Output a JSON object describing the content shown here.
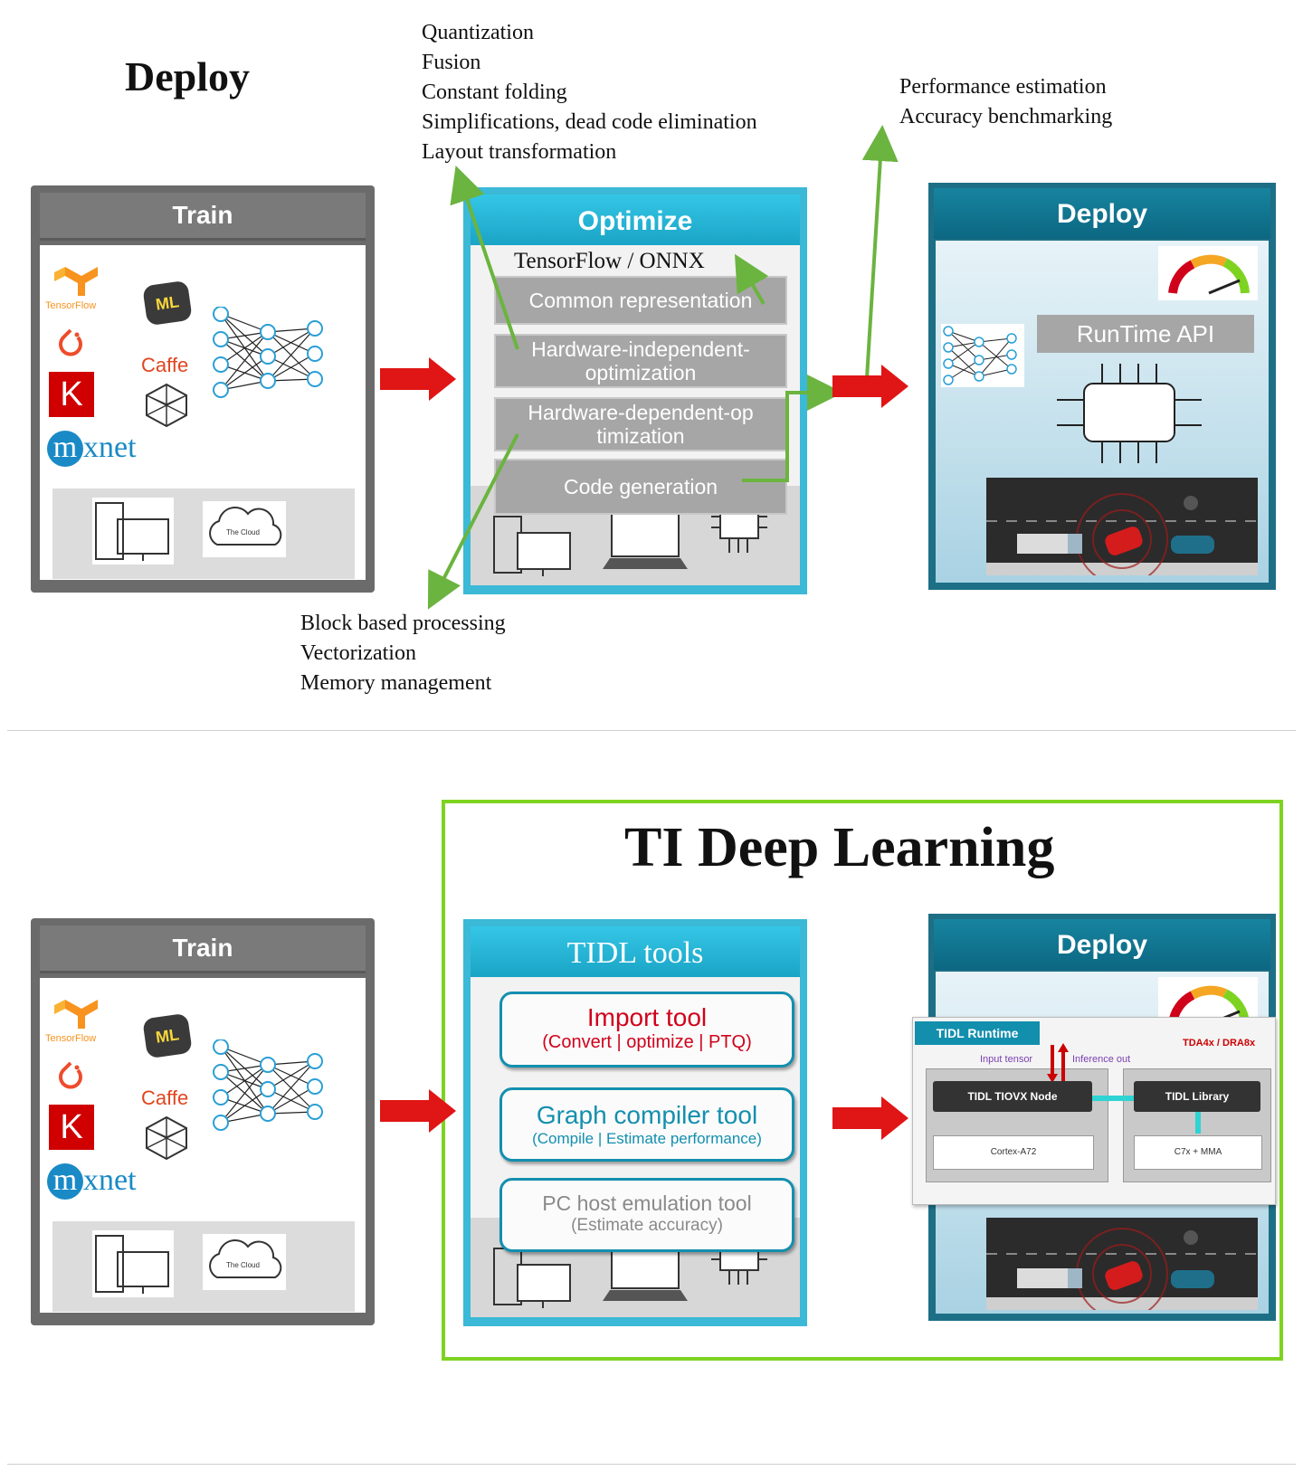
{
  "top": {
    "title": "Deploy",
    "optimizations_list": [
      "Quantization",
      "Fusion",
      "Constant folding",
      "Simplifications,  dead code elimination",
      "Layout transformation"
    ],
    "codegen_list": [
      "Block based processing",
      "Vectorization",
      "Memory  management"
    ],
    "estimation_list": [
      "Performance estimation",
      "Accuracy benchmarking"
    ],
    "train": {
      "header": "Train",
      "tensorflow": "TensorFlow",
      "caffe": "Caffe",
      "keras": "K",
      "mxnet_m": "m",
      "mxnet_rest": "xnet",
      "ml_badge": "ML",
      "cloud": "The Cloud"
    },
    "optimize": {
      "header": "Optimize",
      "subheader": "TensorFlow / ONNX",
      "steps": [
        "Common representation",
        "Hardware-independent-optimization",
        "Hardware-dependent-optimization",
        "Code generation"
      ]
    },
    "deploy": {
      "header": "Deploy",
      "runtime_api": "RunTime API"
    }
  },
  "bottom": {
    "title": "TI Deep Learning",
    "train": {
      "header": "Train",
      "tensorflow": "TensorFlow",
      "caffe": "Caffe",
      "keras": "K",
      "mxnet_m": "m",
      "mxnet_rest": "xnet",
      "ml_badge": "ML",
      "cloud": "The Cloud"
    },
    "tidl_tools": {
      "header": "TIDL tools",
      "import_title": "Import tool",
      "import_sub": "(Convert | optimize | PTQ)",
      "graph_title": "Graph compiler tool",
      "graph_sub": "(Compile | Estimate performance)",
      "pc_title": "PC host emulation tool",
      "pc_sub": "(Estimate accuracy)"
    },
    "deploy": {
      "header": "Deploy",
      "runtime_tab": "TIDL Runtime",
      "soc": "TDA4x / DRA8x",
      "input_tensor": "Input tensor",
      "inference_out": "Inference out",
      "tiovx_node": "TIDL TIOVX Node",
      "cortex": "Cortex-A72",
      "tidl_library": "TIDL Library",
      "c7x": "C7x + MMA"
    }
  },
  "colors": {
    "arrow_red": "#e01515",
    "green_arrow": "#6bb43f",
    "frame_green": "#7ed321",
    "optimize_blue": "#3bb9d6",
    "deploy_teal": "#1d6f86",
    "tool_red": "#d0021b",
    "tool_teal": "#138fae"
  }
}
